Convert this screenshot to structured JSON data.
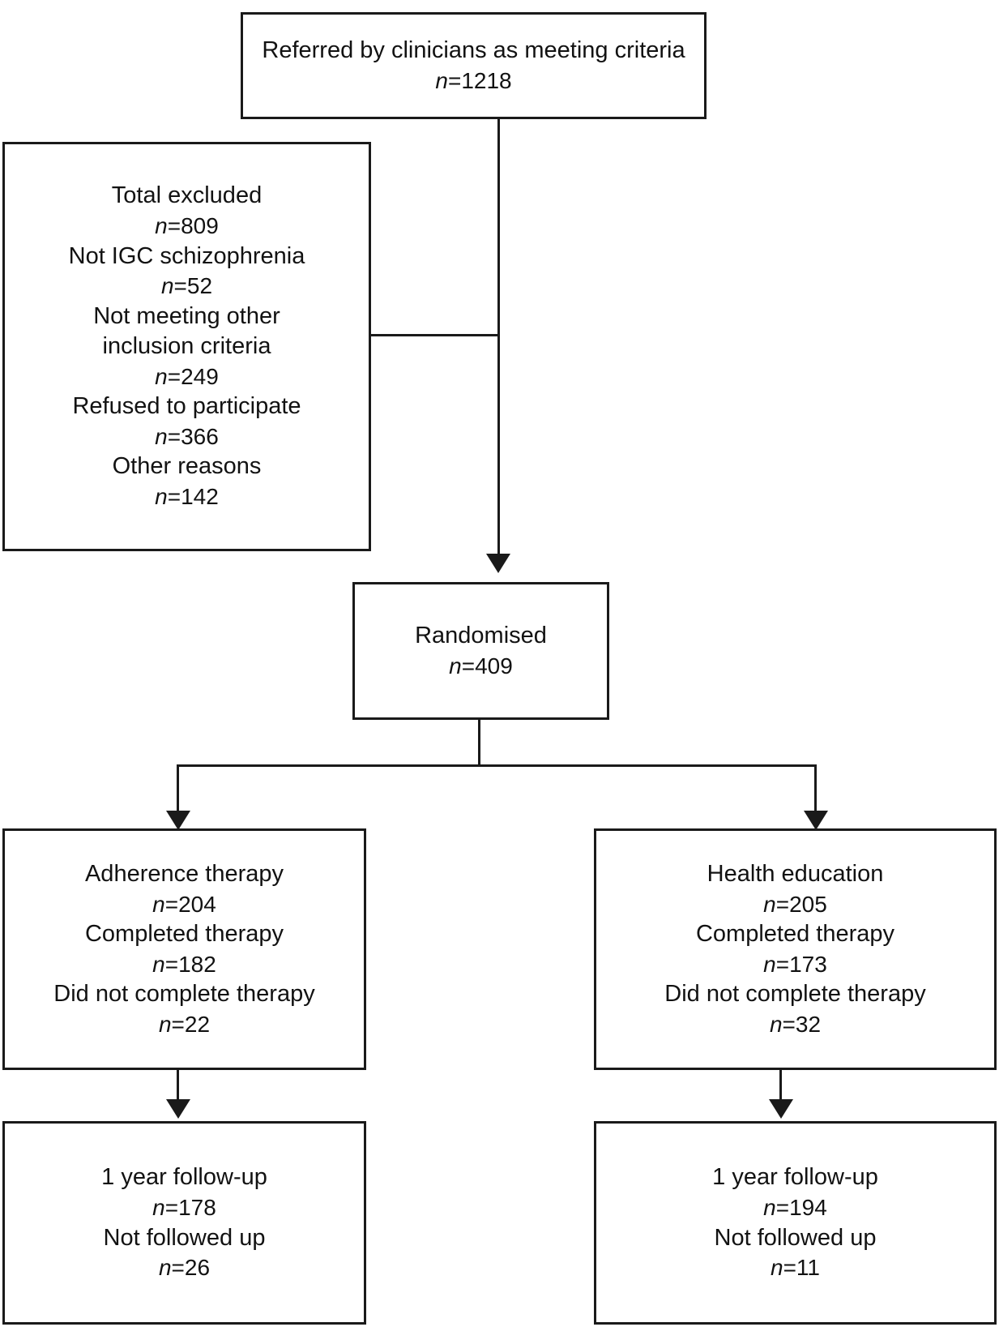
{
  "diagram": {
    "type": "consort-flow-diagram",
    "title": "CONSORT participant flow",
    "colors": {
      "stroke": "#1a1a1a",
      "text": "#121212",
      "background": "#ffffff"
    }
  },
  "nodes": {
    "referred": {
      "name": "referred-box",
      "lines": [
        {
          "text": "Referred by clinicians as meeting criteria",
          "type": "label"
        },
        {
          "text": "n=1218",
          "type": "count"
        }
      ]
    },
    "excluded": {
      "name": "excluded-box",
      "lines": [
        {
          "text": "Total excluded",
          "type": "label"
        },
        {
          "text": "n=809",
          "type": "count"
        },
        {
          "text": "Not IGC schizophrenia",
          "type": "label"
        },
        {
          "text": "n=52",
          "type": "count"
        },
        {
          "text": "Not meeting other",
          "type": "label"
        },
        {
          "text": "inclusion criteria",
          "type": "label"
        },
        {
          "text": "n=249",
          "type": "count"
        },
        {
          "text": "Refused to participate",
          "type": "label"
        },
        {
          "text": "n=366",
          "type": "count"
        },
        {
          "text": "Other reasons",
          "type": "label"
        },
        {
          "text": "n=142",
          "type": "count"
        }
      ]
    },
    "randomised": {
      "name": "randomised-box",
      "lines": [
        {
          "text": "Randomised",
          "type": "label"
        },
        {
          "text": "n=409",
          "type": "count"
        }
      ]
    },
    "arm_left": {
      "name": "adherence-therapy-box",
      "lines": [
        {
          "text": "Adherence therapy",
          "type": "label"
        },
        {
          "text": "n=204",
          "type": "count"
        },
        {
          "text": "Completed therapy",
          "type": "label"
        },
        {
          "text": "n=182",
          "type": "count"
        },
        {
          "text": "Did not complete therapy",
          "type": "label"
        },
        {
          "text": "n=22",
          "type": "count"
        }
      ]
    },
    "arm_right": {
      "name": "health-education-box",
      "lines": [
        {
          "text": "Health education",
          "type": "label"
        },
        {
          "text": "n=205",
          "type": "count"
        },
        {
          "text": "Completed therapy",
          "type": "label"
        },
        {
          "text": "n=173",
          "type": "count"
        },
        {
          "text": "Did not complete therapy",
          "type": "label"
        },
        {
          "text": "n=32",
          "type": "count"
        }
      ]
    },
    "followup_left": {
      "name": "followup-left-box",
      "lines": [
        {
          "text": "1 year follow-up",
          "type": "label"
        },
        {
          "text": "n=178",
          "type": "count"
        },
        {
          "text": "Not followed up",
          "type": "label"
        },
        {
          "text": "n=26",
          "type": "count"
        }
      ]
    },
    "followup_right": {
      "name": "followup-right-box",
      "lines": [
        {
          "text": "1 year follow-up",
          "type": "label"
        },
        {
          "text": "n=194",
          "type": "count"
        },
        {
          "text": "Not followed up",
          "type": "label"
        },
        {
          "text": "n=11",
          "type": "count"
        }
      ]
    }
  },
  "chart_data": {
    "type": "diagram",
    "title": "CONSORT flow of participants through the trial",
    "flow": [
      {
        "stage": "Referred by clinicians as meeting criteria",
        "n": 1218
      },
      {
        "stage": "Total excluded",
        "n": 809,
        "reasons": [
          {
            "reason": "Not IGC schizophrenia",
            "n": 52
          },
          {
            "reason": "Not meeting other inclusion criteria",
            "n": 249
          },
          {
            "reason": "Refused to participate",
            "n": 366
          },
          {
            "reason": "Other reasons",
            "n": 142
          }
        ]
      },
      {
        "stage": "Randomised",
        "n": 409
      },
      {
        "stage": "Adherence therapy",
        "n": 204,
        "arm": "left",
        "details": [
          {
            "label": "Completed therapy",
            "n": 182
          },
          {
            "label": "Did not complete therapy",
            "n": 22
          }
        ]
      },
      {
        "stage": "Health education",
        "n": 205,
        "arm": "right",
        "details": [
          {
            "label": "Completed therapy",
            "n": 173
          },
          {
            "label": "Did not complete therapy",
            "n": 32
          }
        ]
      },
      {
        "stage": "1 year follow-up",
        "n": 178,
        "arm": "left",
        "details": [
          {
            "label": "Not followed up",
            "n": 26
          }
        ]
      },
      {
        "stage": "1 year follow-up",
        "n": 194,
        "arm": "right",
        "details": [
          {
            "label": "Not followed up",
            "n": 11
          }
        ]
      }
    ]
  }
}
